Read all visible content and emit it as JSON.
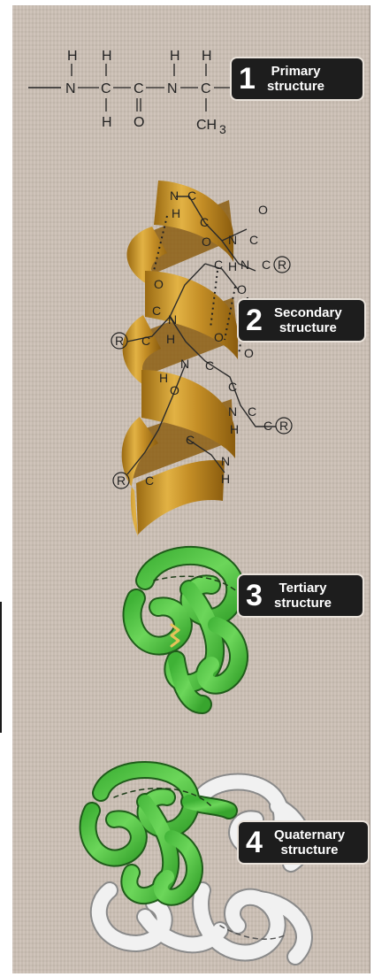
{
  "levels": [
    {
      "number": "1",
      "title": "Primary",
      "subtitle": "structure"
    },
    {
      "number": "2",
      "title": "Secondary",
      "subtitle": "structure"
    },
    {
      "number": "3",
      "title": "Tertiary",
      "subtitle": "structure"
    },
    {
      "number": "4",
      "title": "Quaternary",
      "subtitle": "structure"
    }
  ],
  "primary_chain": {
    "top_atoms": [
      "H",
      "H",
      "H",
      "H"
    ],
    "backbone": [
      "N",
      "C",
      "C",
      "N",
      "C"
    ],
    "bottom_atoms": [
      "H",
      "O",
      "CH"
    ],
    "subscript": "3"
  },
  "helix_atoms": {
    "N": "N",
    "C": "C",
    "H": "H",
    "O": "O",
    "R": "R"
  },
  "colors": {
    "background": "#cbbfb4",
    "helix": "#c9962a",
    "tertiary_green": "#56c648",
    "quaternary_white": "#efefef",
    "badge": "#1d1d1d"
  }
}
